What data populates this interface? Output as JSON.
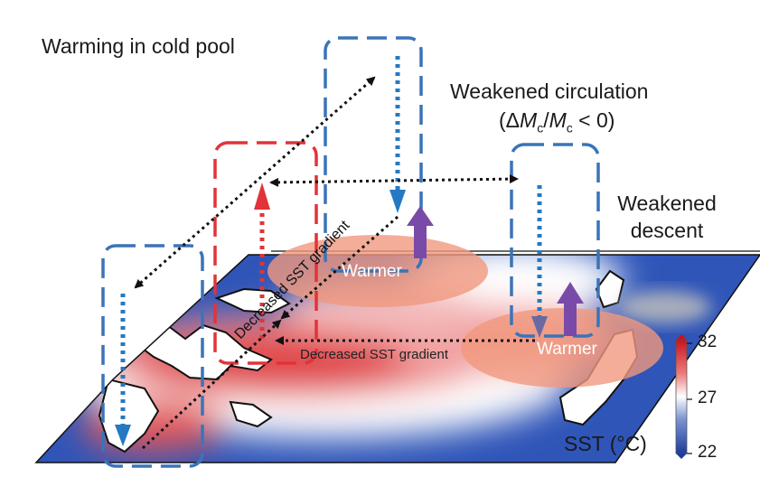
{
  "labels": {
    "cold_pool": "Warming in cold pool",
    "weakened_circulation": "Weakened circulation",
    "circulation_formula": "(ΔMc/Mc < 0)",
    "formula_parts": {
      "open": "(Δ",
      "m1": "M",
      "s1": "c",
      "slash": "/",
      "m2": "M",
      "s2": "c",
      "close": " < 0)"
    },
    "weakened_descent_1": "Weakened",
    "weakened_descent_2": "descent",
    "warmer_left": "Warmer",
    "warmer_right": "Warmer",
    "sst_gradient_diag": "Decreased SST gradient",
    "sst_gradient_horiz": "Decreased SST gradient"
  },
  "colorbar": {
    "title": "SST (°C)",
    "ticks": [
      "32",
      "27",
      "22"
    ],
    "colors": {
      "cold": "#2747a8",
      "neutral": "#ffffff",
      "warm": "#d7262b"
    }
  },
  "colors": {
    "descent_box": "#3a74b8",
    "ascent_box": "#e0343a",
    "descent_arrow": "#2479c2",
    "ascent_arrow": "#e0343a",
    "warming_arrow": "#7a4aa8",
    "warmer_blob": "#f0997e",
    "black": "#111111"
  }
}
